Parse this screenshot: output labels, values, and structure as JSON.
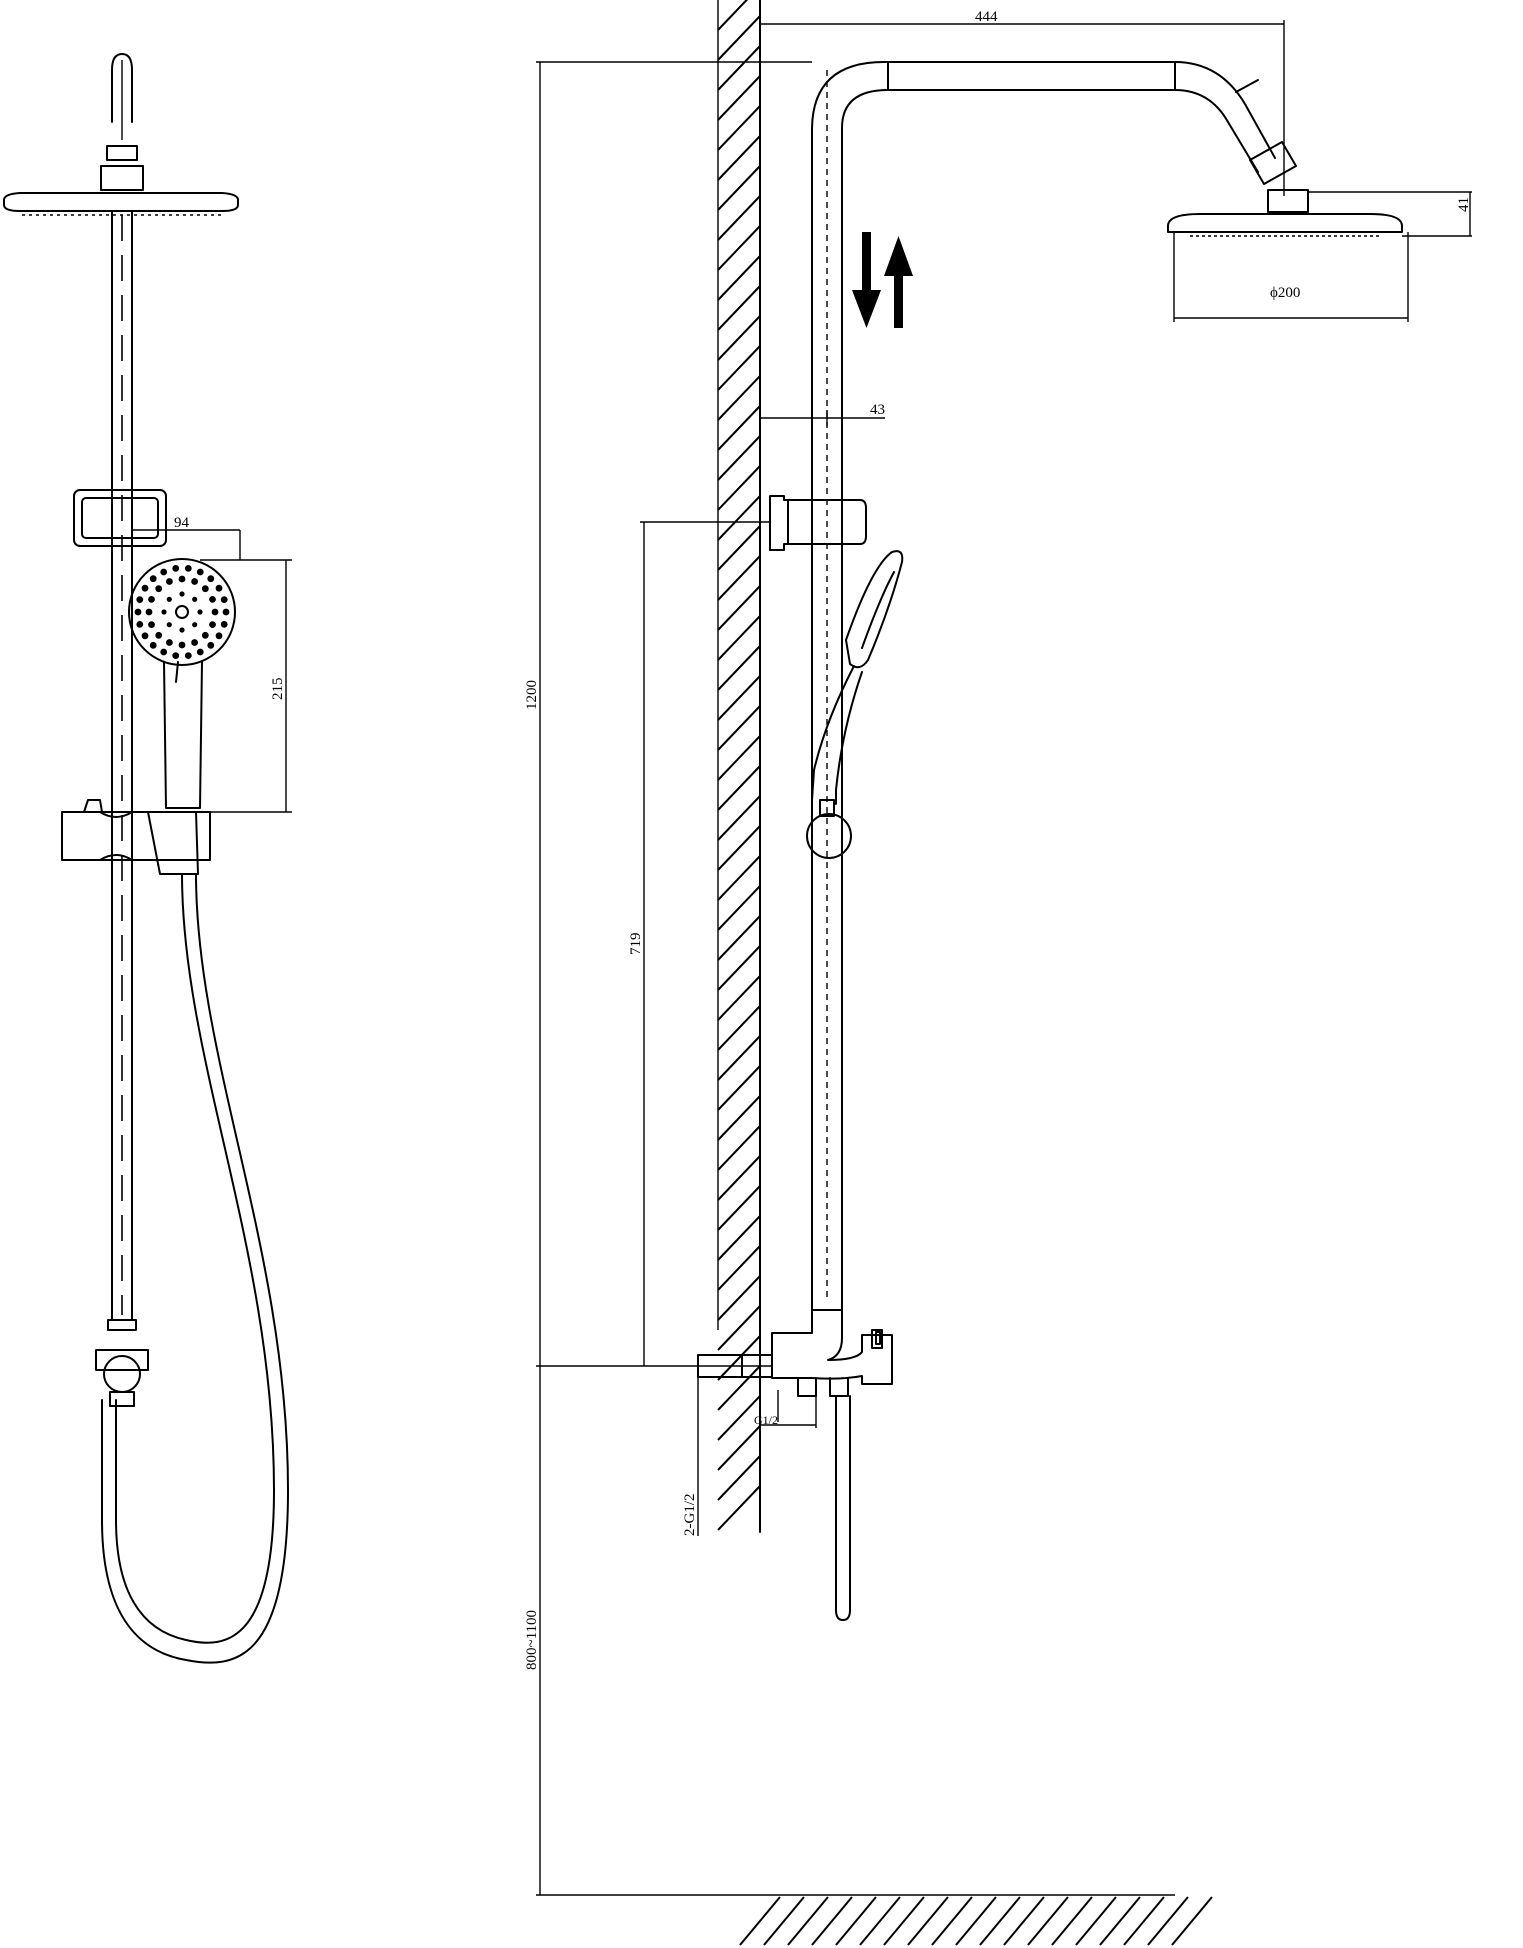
{
  "dimensions": {
    "arm_reach": "444",
    "head_height": "41",
    "head_diameter": "ϕ200",
    "rail_offset": "43",
    "total_height": "1200",
    "holder_to_valve": "719",
    "install_height": "800~1100",
    "inlet_size": "2-G1/2",
    "outlet_size": "G1/2",
    "handset_width": "94",
    "handset_height": "215"
  },
  "symbols": {
    "adjust_arrows": "up-down-arrows-icon"
  }
}
